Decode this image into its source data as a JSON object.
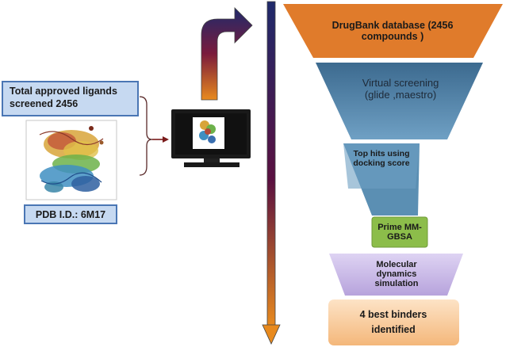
{
  "left_panel": {
    "ligands_label": "Total approved ligands screened 2456",
    "pdb_label": "PDB I.D.: 6M17"
  },
  "funnel": {
    "steps": [
      {
        "label": "DrugBank database (2456 compounds )",
        "color": "#e07b2b",
        "text_color": "#1a1a1a",
        "bold": true
      },
      {
        "label": "Virtual screening (glide ,maestro)",
        "color": "#5b8fb3",
        "text_color": "#1e2a38",
        "bold": false
      },
      {
        "label": "Top  hits using docking score",
        "color": "#5b8fb3",
        "text_color": "#1a1a1a",
        "bold": true
      },
      {
        "label": "Prime MM-GBSA",
        "color": "#8cbd4a",
        "text_color": "#1a1a1a",
        "bold": true
      },
      {
        "label": "Molecular dynamics simulation",
        "color": "#c8b8e6",
        "text_color": "#1a1a1a",
        "bold": true
      },
      {
        "label": "4 best binders identified",
        "color": "#f8cb9c",
        "text_color": "#1a1a1a",
        "bold": true
      }
    ]
  },
  "colors": {
    "arrow_top": "#1f2a6b",
    "arrow_mid": "#5a1040",
    "arrow_bottom": "#e88a1e",
    "left_box_fill": "#c6d9f1",
    "left_box_border": "#4a76b4"
  }
}
